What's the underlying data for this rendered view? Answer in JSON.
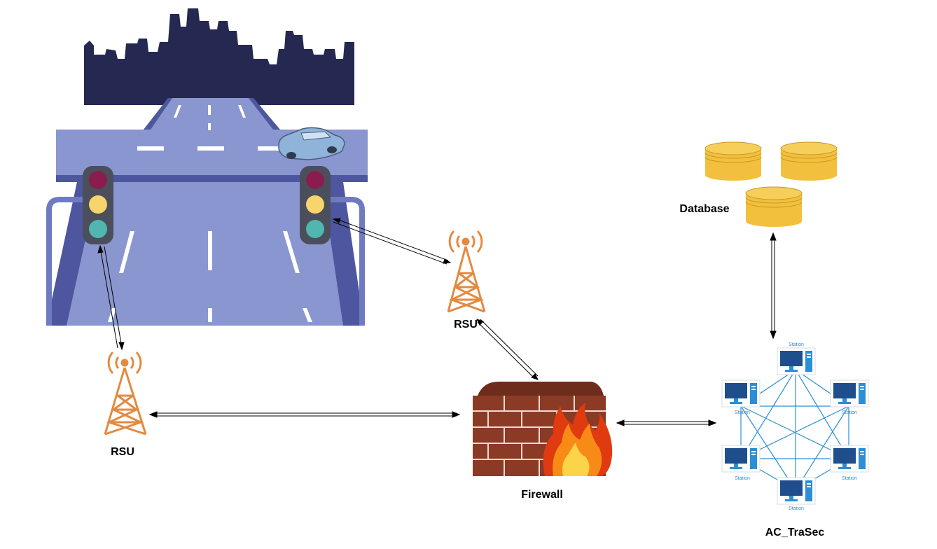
{
  "labels": {
    "rsu_top": "RSU",
    "rsu_left": "RSU",
    "firewall": "Firewall",
    "database": "Database",
    "network": "AC_TraSec",
    "station": "Station"
  },
  "stations": [
    {
      "label": "Station"
    },
    {
      "label": "Station"
    },
    {
      "label": "Station"
    },
    {
      "label": "Station"
    },
    {
      "label": "Station"
    },
    {
      "label": "Station"
    }
  ],
  "colors": {
    "city": "#252850",
    "road": "#8a96cf",
    "road_dark": "#4d569e",
    "tower": "#e48a3f",
    "database": "#f2c03c",
    "database_edge": "#c9982a",
    "brick": "#8b3a26",
    "network_line": "#2a8fd6",
    "monitor": "#1f4e8c"
  }
}
